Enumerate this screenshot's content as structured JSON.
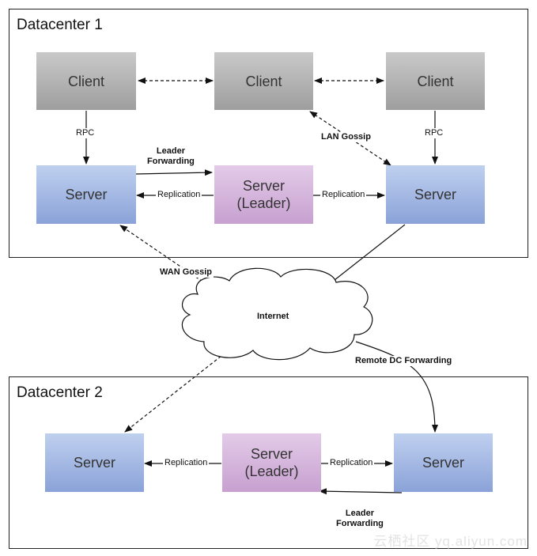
{
  "datacenters": [
    {
      "title": "Datacenter 1"
    },
    {
      "title": "Datacenter 2"
    }
  ],
  "nodes": {
    "client_left": "Client",
    "client_mid": "Client",
    "client_right": "Client",
    "dc1_server_left": "Server",
    "dc1_leader": "Server\n(Leader)",
    "dc1_server_right": "Server",
    "dc2_server_left": "Server",
    "dc2_leader": "Server\n(Leader)",
    "dc2_server_right": "Server"
  },
  "labels": {
    "rpc_left": "RPC",
    "rpc_right": "RPC",
    "leader_forwarding_dc1": "Leader\nForwarding",
    "replication_dc1_left": "Replication",
    "replication_dc1_right": "Replication",
    "lan_gossip": "LAN Gossip",
    "wan_gossip": "WAN Gossip",
    "internet": "Internet",
    "remote_dc_forwarding": "Remote DC Forwarding",
    "replication_dc2_left": "Replication",
    "replication_dc2_right": "Replication",
    "leader_forwarding_dc2": "Leader\nForwarding"
  },
  "watermark": "云栖社区 yq.aliyun.com",
  "colors": {
    "client": "#b5b5b5",
    "server": "#a7b9e4",
    "leader": "#d6b6dd",
    "border": "#222222"
  }
}
